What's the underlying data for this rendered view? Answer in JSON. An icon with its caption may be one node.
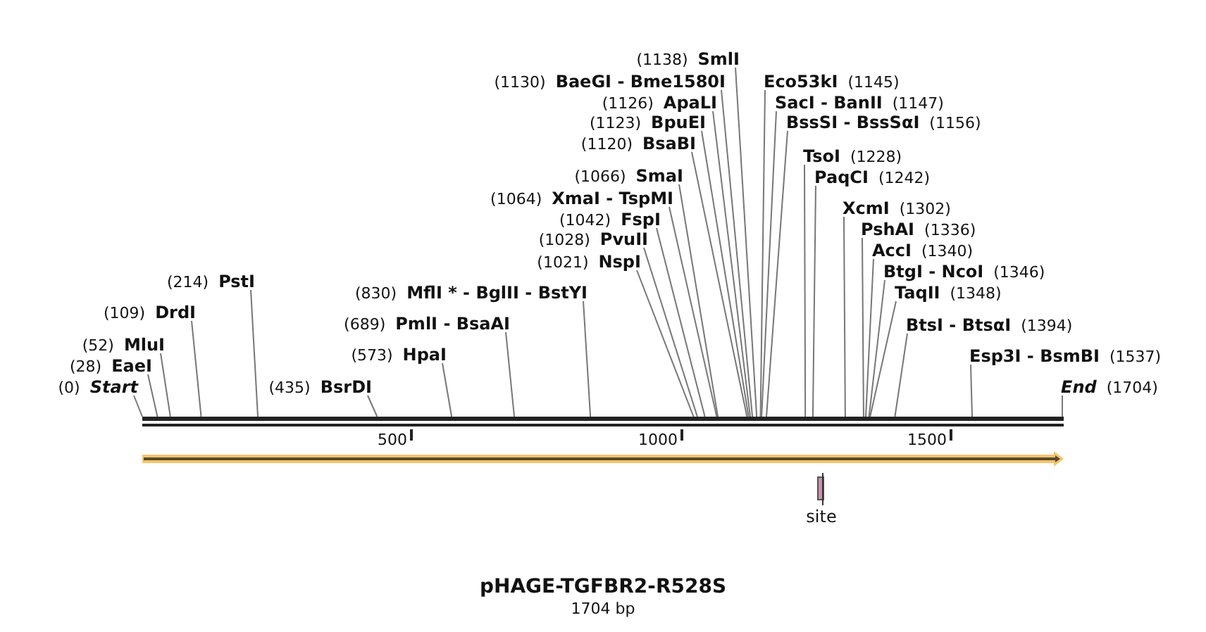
{
  "diagram": {
    "title": "pHAGE-TGFBR2-R528S",
    "caption": "1704 bp",
    "nodes": [
      {
        "text": [
          "(0)",
          "Start"
        ]
      },
      {
        "text": [
          "(28)",
          "EaeI"
        ]
      },
      {
        "text": [
          "(52)",
          "MluI"
        ]
      },
      {
        "text": [
          "(109)",
          "DrdI"
        ]
      },
      {
        "text": [
          "(214)",
          "PstI"
        ]
      },
      {
        "text": [
          "(435)",
          "BsrDI"
        ]
      },
      {
        "text": [
          "(573)",
          "HpaI"
        ]
      },
      {
        "text": [
          "(689)",
          "PmlI - BsaAI"
        ]
      },
      {
        "text": [
          "(830)",
          "MflI * - BglII - BstYI"
        ]
      },
      {
        "text": [
          "(1021)",
          "NspI"
        ]
      },
      {
        "text": [
          "(1028)",
          "PvuII"
        ]
      },
      {
        "text": [
          "(1042)",
          "FspI"
        ]
      },
      {
        "text": [
          "(1064)",
          "XmaI - TspMI"
        ]
      },
      {
        "text": [
          "(1066)",
          "SmaI"
        ]
      },
      {
        "text": [
          "(1120)",
          "BsaBI"
        ]
      },
      {
        "text": [
          "(1123)",
          "BpuEI"
        ]
      },
      {
        "text": [
          "(1126)",
          "ApaLI"
        ]
      },
      {
        "text": [
          "(1130)",
          "BaeGI - Bme1580I"
        ]
      },
      {
        "text": [
          "(1138)",
          "SmlI"
        ]
      },
      {
        "text": [
          "Eco53kI",
          "(1145)"
        ]
      },
      {
        "text": [
          "SacI - BanII",
          "(1147)"
        ]
      },
      {
        "text": [
          "BssSI - BssSαI",
          "(1156)"
        ]
      },
      {
        "text": [
          "TsoI",
          "(1228)"
        ]
      },
      {
        "text": [
          "PaqCI",
          "(1242)"
        ]
      },
      {
        "text": [
          "XcmI",
          "(1302)"
        ]
      },
      {
        "text": [
          "PshAI",
          "(1336)"
        ]
      },
      {
        "text": [
          "AccI",
          "(1340)"
        ]
      },
      {
        "text": [
          "BtgI - NcoI",
          "(1346)"
        ]
      },
      {
        "text": [
          "TaqII",
          "(1348)"
        ]
      },
      {
        "text": [
          "BtsI - BtsαI",
          "(1394)"
        ]
      },
      {
        "text": [
          "Esp3I - BsmBI",
          "(1537)"
        ]
      },
      {
        "text": [
          "End",
          "(1704)"
        ]
      },
      {
        "text": [],
        "shape": "bar"
      },
      {
        "text": [
          "site"
        ]
      }
    ],
    "edges": [
      {
        "from": 0,
        "to": 32,
        "arrow": "none"
      },
      {
        "from": 1,
        "to": 32,
        "arrow": "none"
      },
      {
        "from": 2,
        "to": 32,
        "arrow": "none"
      },
      {
        "from": 3,
        "to": 32,
        "arrow": "none"
      },
      {
        "from": 4,
        "to": 32,
        "arrow": "none"
      },
      {
        "from": 5,
        "to": 32,
        "arrow": "none"
      },
      {
        "from": 6,
        "to": 32,
        "arrow": "none"
      },
      {
        "from": 7,
        "to": 32,
        "arrow": "none"
      },
      {
        "from": 8,
        "to": 32,
        "arrow": "none"
      },
      {
        "from": 9,
        "to": 32,
        "arrow": "none"
      },
      {
        "from": 10,
        "to": 32,
        "arrow": "none"
      },
      {
        "from": 11,
        "to": 32,
        "arrow": "none"
      },
      {
        "from": 12,
        "to": 32,
        "arrow": "none"
      },
      {
        "from": 13,
        "to": 32,
        "arrow": "none"
      },
      {
        "from": 14,
        "to": 32,
        "arrow": "none"
      },
      {
        "from": 15,
        "to": 32,
        "arrow": "none"
      },
      {
        "from": 16,
        "to": 32,
        "arrow": "none"
      },
      {
        "from": 17,
        "to": 32,
        "arrow": "none"
      },
      {
        "from": 18,
        "to": 32,
        "arrow": "none"
      },
      {
        "from": 19,
        "to": 32,
        "arrow": "none"
      },
      {
        "from": 20,
        "to": 32,
        "arrow": "none"
      },
      {
        "from": 21,
        "to": 32,
        "arrow": "none"
      },
      {
        "from": 22,
        "to": 32,
        "arrow": "none"
      },
      {
        "from": 23,
        "to": 32,
        "arrow": "none"
      },
      {
        "from": 24,
        "to": 32,
        "arrow": "none"
      },
      {
        "from": 25,
        "to": 32,
        "arrow": "none"
      },
      {
        "from": 26,
        "to": 32,
        "arrow": "none"
      },
      {
        "from": 27,
        "to": 32,
        "arrow": "none"
      },
      {
        "from": 28,
        "to": 32,
        "arrow": "none"
      },
      {
        "from": 29,
        "to": 32,
        "arrow": "none"
      },
      {
        "from": 30,
        "to": 32,
        "arrow": "none"
      },
      {
        "from": 31,
        "to": 32,
        "arrow": "none"
      }
    ],
    "labels": [
      "500",
      "1000",
      "1500"
    ]
  }
}
